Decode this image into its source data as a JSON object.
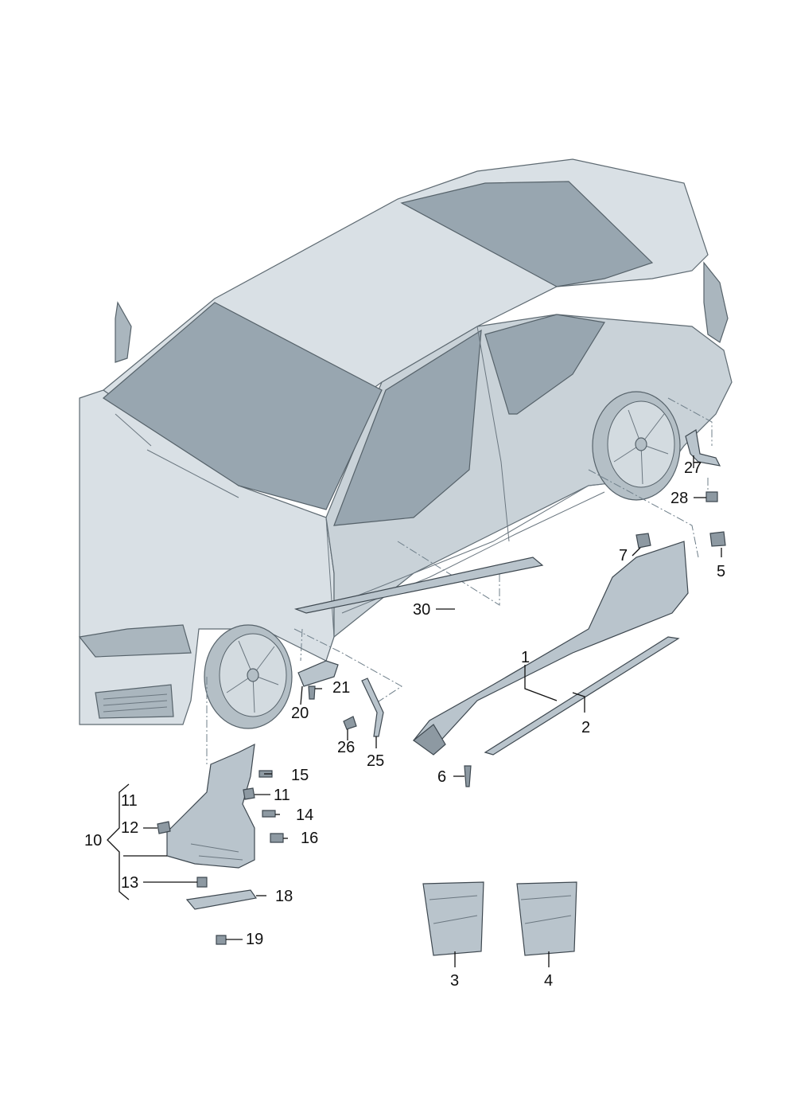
{
  "labels": {
    "p1": "1",
    "p2": "2",
    "p3": "3",
    "p4": "4",
    "p5": "5",
    "p6": "6",
    "p7": "7",
    "p10": "10",
    "p11a": "11",
    "p11b": "11",
    "p12": "12",
    "p13": "13",
    "p14": "14",
    "p15": "15",
    "p16": "16",
    "p18": "18",
    "p19": "19",
    "p20": "20",
    "p21": "21",
    "p25": "25",
    "p26": "26",
    "p27": "27",
    "p28": "28",
    "p30": "30"
  },
  "colors": {
    "body": "#c9d2d8",
    "glass": "#98a6b0",
    "outline": "#5e6a72",
    "part": "#b9c4cc",
    "label": "#111111"
  }
}
